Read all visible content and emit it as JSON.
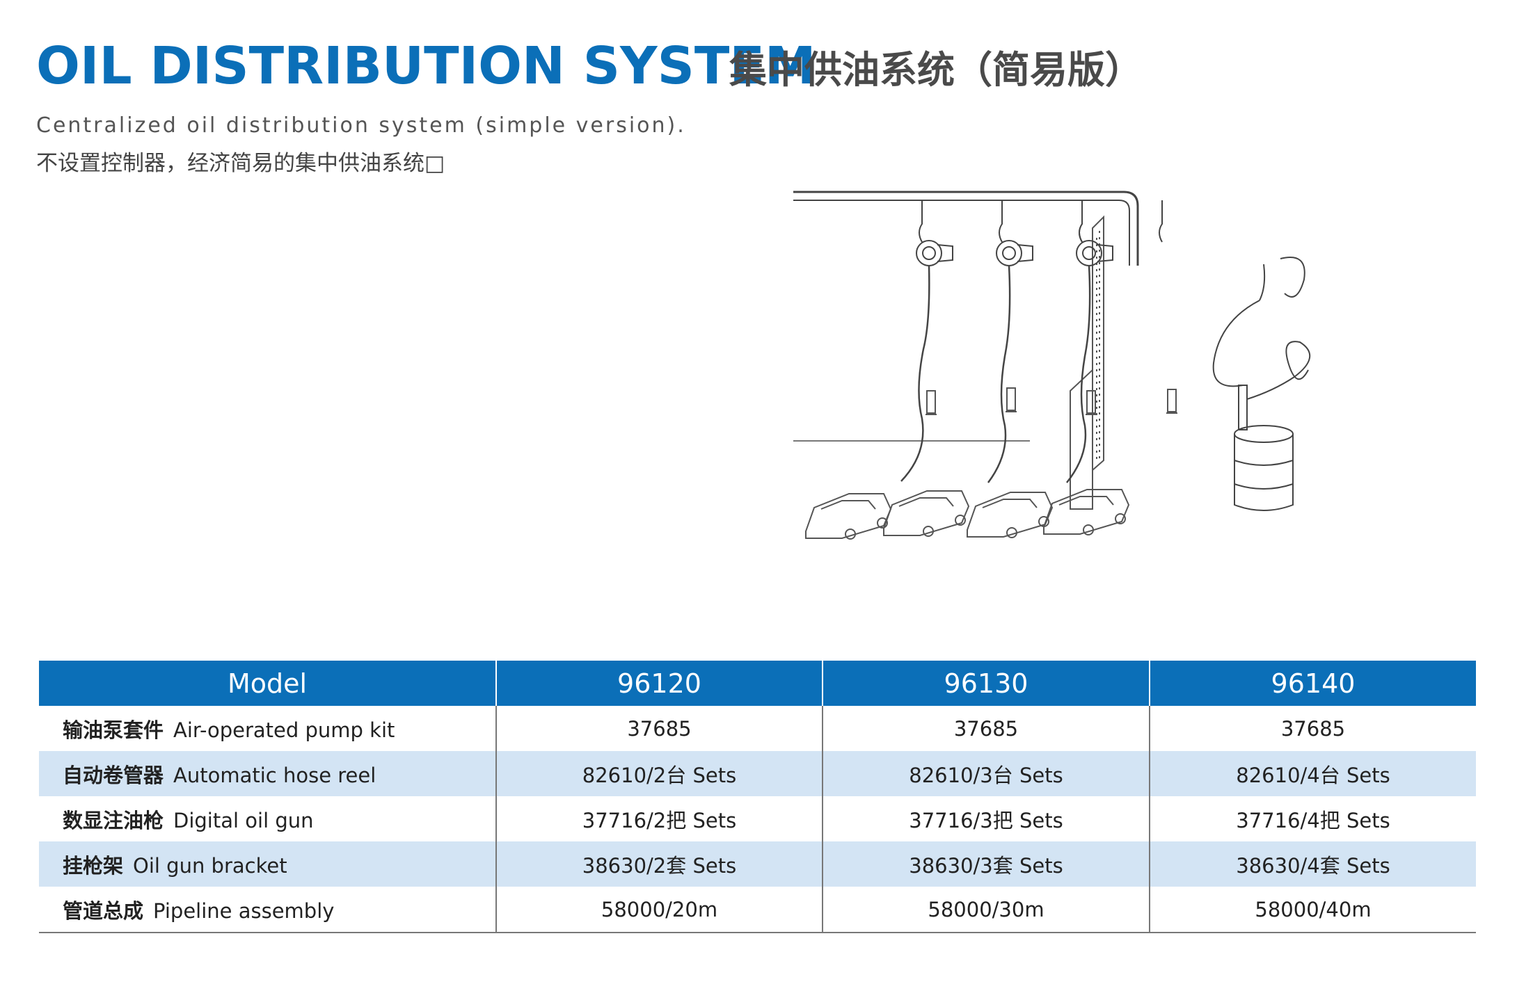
{
  "header": {
    "title_en": "OIL DISTRIBUTION SYSTEM",
    "title_cn": "集中供油系统（简易版）",
    "subtitle_en": "Centralized oil distribution system (simple version).",
    "subtitle_cn": "不设置控制器，经济简易的集中供油系统□"
  },
  "table": {
    "columns": [
      "Model",
      "96120",
      "96130",
      "96140"
    ],
    "rows": [
      {
        "label_cn": "输油泵套件",
        "label_en": "Air-operated pump kit",
        "values": [
          "37685",
          "37685",
          "37685"
        ]
      },
      {
        "label_cn": "自动卷管器",
        "label_en": "Automatic hose reel",
        "values": [
          "82610/2台 Sets",
          "82610/3台 Sets",
          "82610/4台 Sets"
        ]
      },
      {
        "label_cn": "数显注油枪",
        "label_en": "Digital oil gun",
        "values": [
          "37716/2把 Sets",
          "37716/3把 Sets",
          "37716/4把 Sets"
        ]
      },
      {
        "label_cn": "挂枪架",
        "label_en": "Oil gun bracket",
        "values": [
          "38630/2套 Sets",
          "38630/3套 Sets",
          "38630/4套 Sets"
        ]
      },
      {
        "label_cn": "管道总成",
        "label_en": "Pipeline assembly",
        "values": [
          "58000/20m",
          "58000/30m",
          "58000/40m"
        ]
      }
    ]
  },
  "colors": {
    "brand_blue": "#0b6fb8",
    "row_alt": "#d3e4f4"
  },
  "illustration": {
    "icons": [
      "pipeline-icon",
      "hose-reel-icon",
      "oil-gun-bracket-icon",
      "car-icon",
      "oil-drum-icon",
      "pump-icon",
      "wall-icon"
    ]
  }
}
